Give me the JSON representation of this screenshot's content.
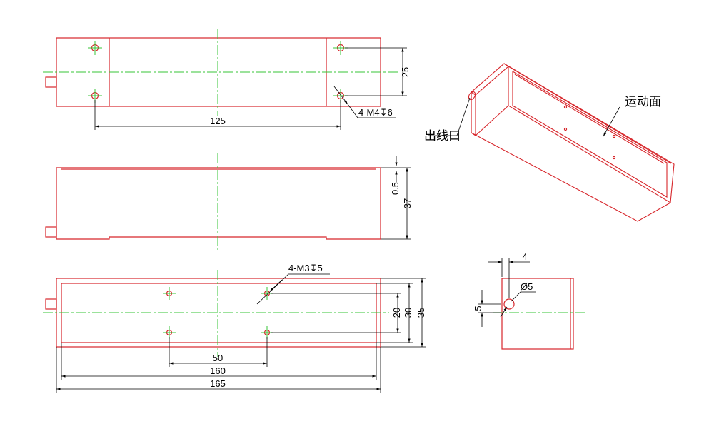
{
  "colors": {
    "outline": "#d7262b",
    "centerline": "#37c537",
    "dimension": "#000000",
    "hole": "#d7262b"
  },
  "top_view": {
    "dim_hole_spacing": "25",
    "dim_hole_length": "125",
    "callout": "4-M4↧6"
  },
  "front_view": {
    "dim_step": "0.5",
    "dim_height": "37"
  },
  "bottom_view": {
    "callout": "4-M3↧5",
    "dim_hole_spacing_y": "20",
    "dim_inner_width": "30",
    "dim_outer_width": "35",
    "dim_hole_spacing_x": "50",
    "dim_inner_length": "160",
    "dim_overall_length": "165"
  },
  "side_view": {
    "dim_offset_x": "4",
    "dim_offset_y": "5",
    "dim_hole_dia": "Ø5"
  },
  "iso_view": {
    "label_outlet": "出线口",
    "label_motion_face": "运动面"
  }
}
